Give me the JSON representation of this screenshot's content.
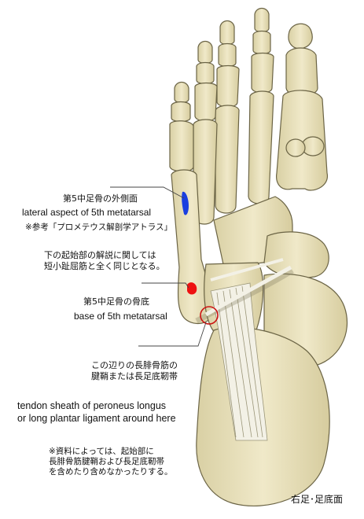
{
  "labels": {
    "lateral_ja": "第5中足骨の外側面",
    "lateral_en": "lateral aspect of 5th metatarsal",
    "reference": "※参考「プロメテウス解剖学アトラス」",
    "note_line1": "下の起始部の解説に関しては",
    "note_line2": "短小趾屈筋と全く同じとなる。",
    "base_ja": "第5中足骨の骨底",
    "base_en": "base of 5th metatarsal",
    "sheath_ja1": "この辺りの長腓骨筋の",
    "sheath_ja2": "腱鞘または長足底靭帯",
    "sheath_en1": "tendon sheath of peroneus longus",
    "sheath_en2": "or long plantar ligament around here",
    "source_line1": "※資料によっては、起始部に",
    "source_line2": "長腓骨筋腱鞘および長足底靭帯",
    "source_line3": "を含めたり含めなかったりする。",
    "caption": "右足･足底面"
  },
  "colors": {
    "bone_fill": "#ece5c3",
    "bone_shadow": "#cfc597",
    "bone_stroke": "#6b6445",
    "tendon": "#f3f1e6",
    "lateral_marker": "#1a3fe0",
    "base_marker": "#ee1111",
    "circle_marker": "#cc1111",
    "leader": "#444444"
  }
}
